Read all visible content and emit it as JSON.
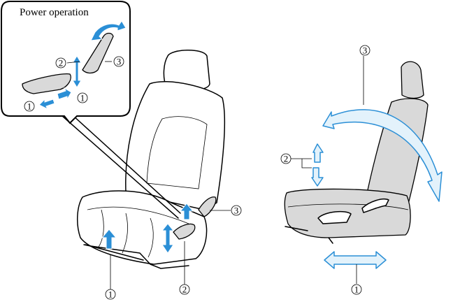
{
  "inset": {
    "title": "Power operation"
  },
  "callouts": {
    "forward_backward": "1",
    "height": "2",
    "recline": "3"
  },
  "colors": {
    "arrow_blue": "#2b8fd6",
    "arrow_light": "#e3f2fb",
    "seat_gray": "#d9d9d9"
  }
}
